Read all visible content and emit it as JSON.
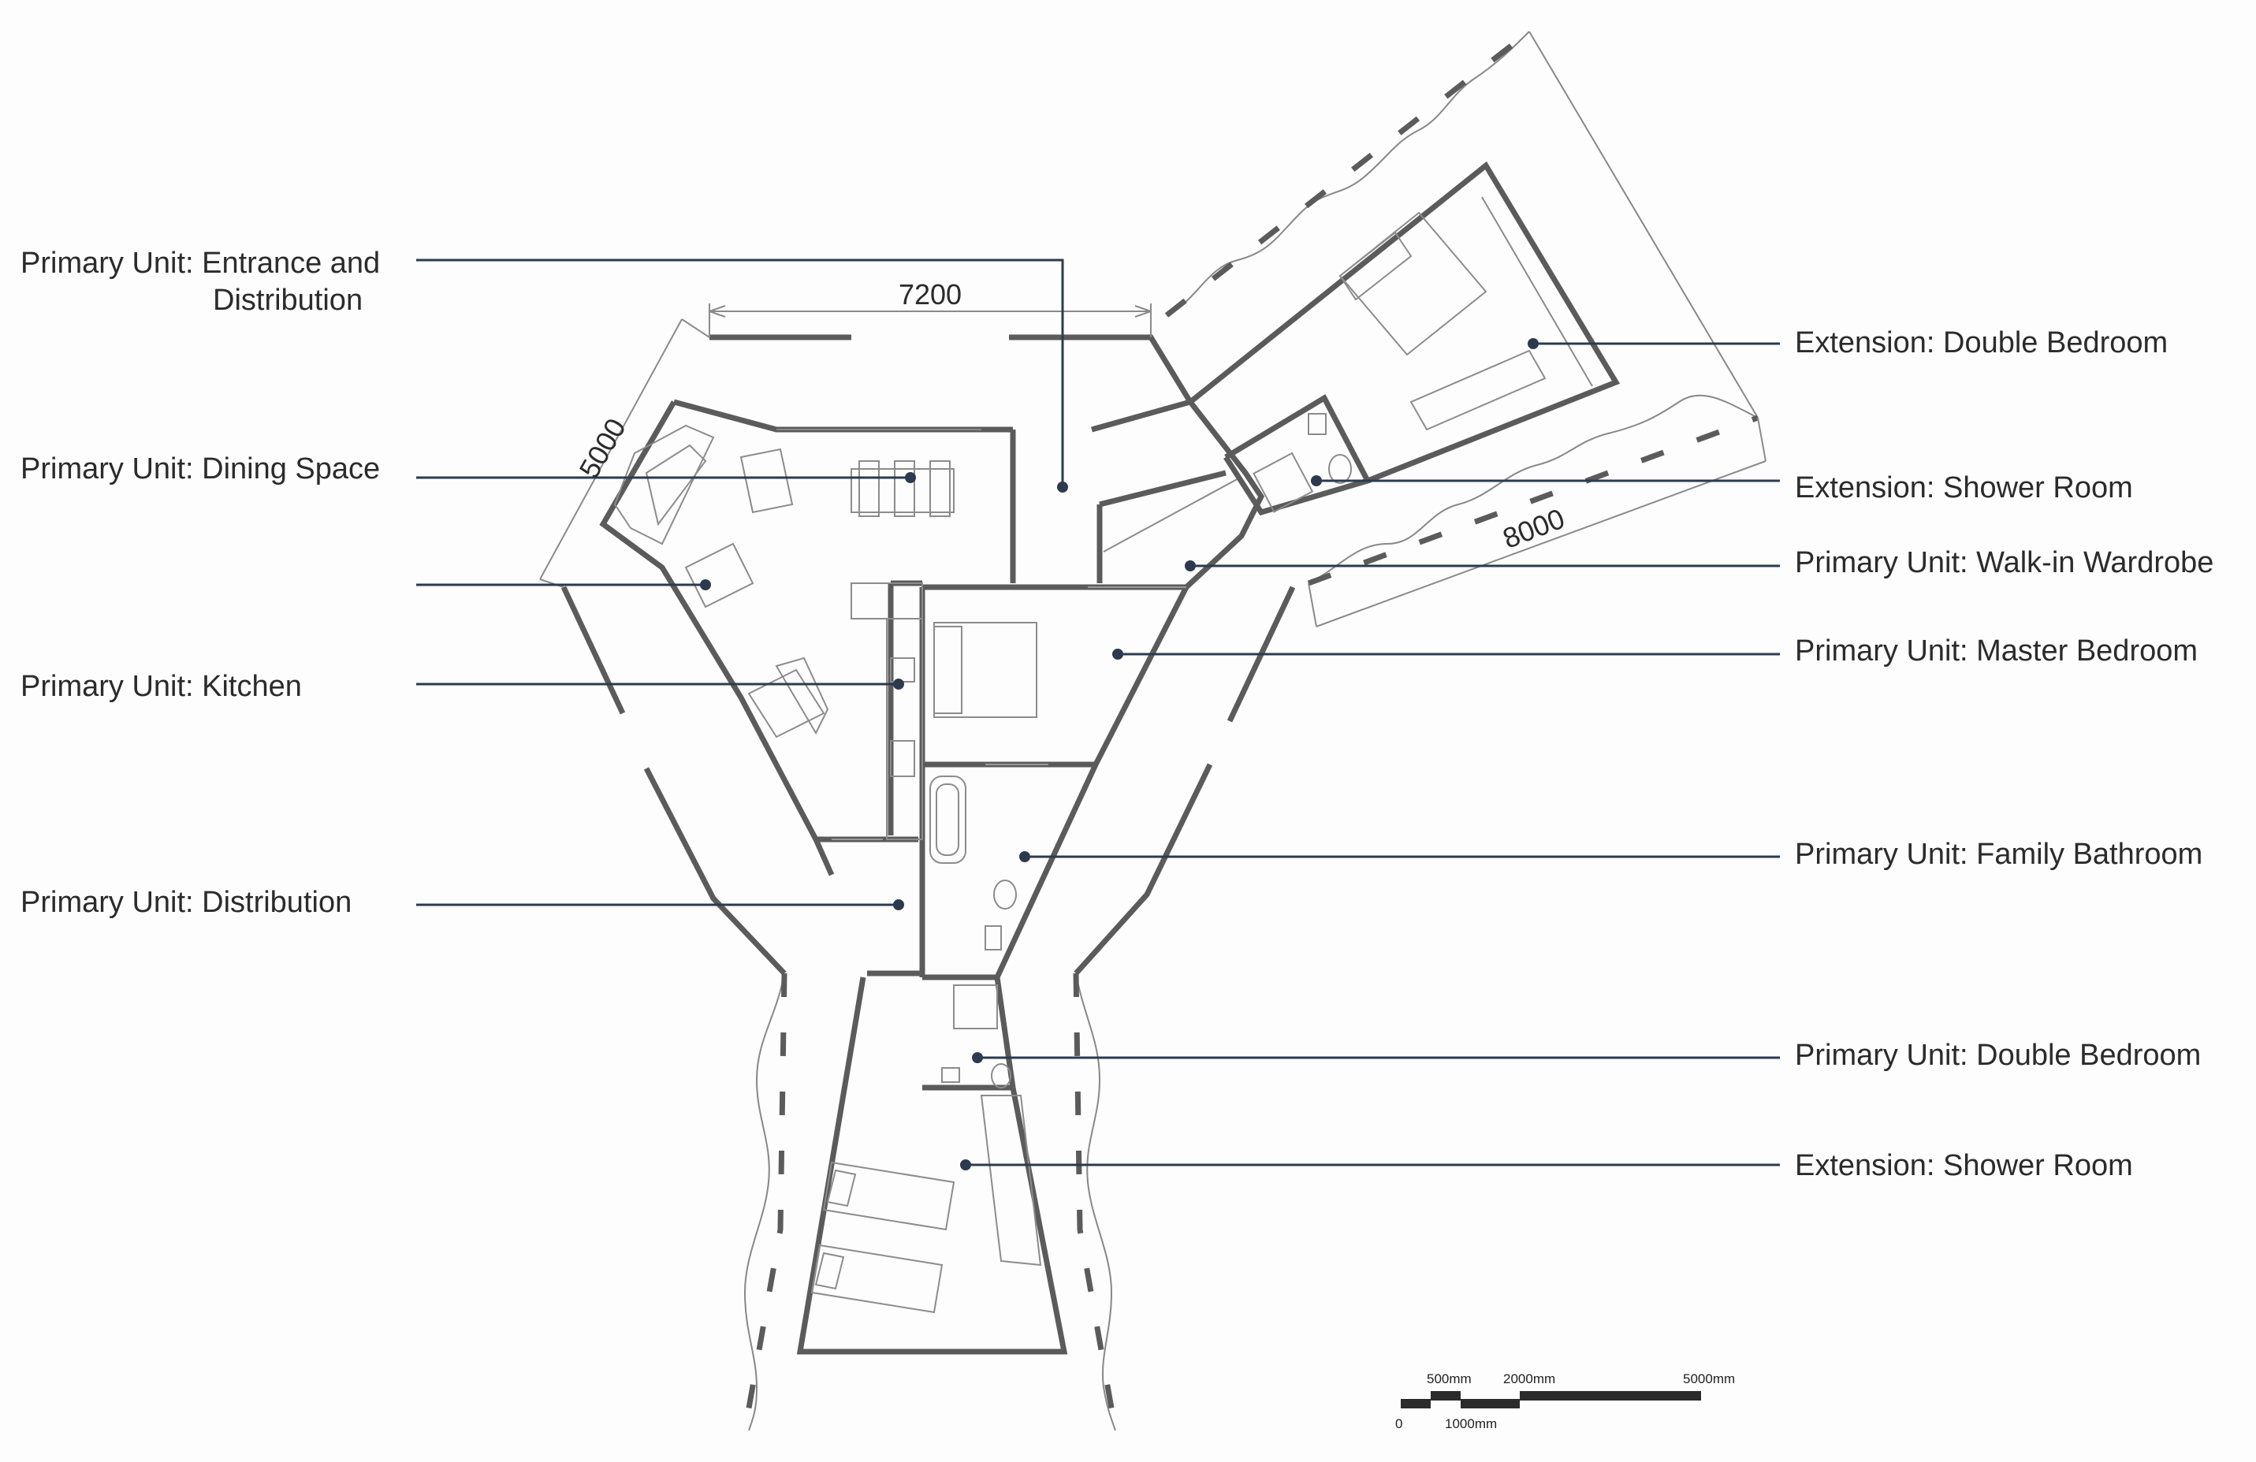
{
  "labels_left": [
    {
      "id": "entrance",
      "line1": "Primary Unit: Entrance and",
      "line2": "Distribution"
    },
    {
      "id": "dining",
      "line1": "Primary Unit: Dining Space"
    },
    {
      "id": "living",
      "line1": ""
    },
    {
      "id": "kitchen",
      "line1": "Primary Unit: Kitchen"
    },
    {
      "id": "distribution",
      "line1": "Primary Unit: Distribution"
    }
  ],
  "labels_right": [
    {
      "id": "ext-double-bedroom",
      "line1": "Extension: Double Bedroom"
    },
    {
      "id": "ext-shower-room",
      "line1": "Extension: Shower Room"
    },
    {
      "id": "walk-in-wardrobe",
      "line1": "Primary Unit: Walk-in Wardrobe"
    },
    {
      "id": "master-bedroom",
      "line1": "Primary Unit: Master Bedroom"
    },
    {
      "id": "family-bathroom",
      "line1": "Primary Unit: Family Bathroom"
    },
    {
      "id": "pu-double-bedroom",
      "line1": "Primary Unit: Double Bedroom"
    },
    {
      "id": "ext-shower-room-2",
      "line1": "Extension: Shower Room"
    }
  ],
  "dimensions": {
    "top": "7200",
    "left": "5000",
    "right": "8000"
  },
  "scale_bar": {
    "top_labels": [
      "500mm",
      "2000mm",
      "5000mm"
    ],
    "bottom_labels": [
      "0",
      "1000mm"
    ]
  }
}
